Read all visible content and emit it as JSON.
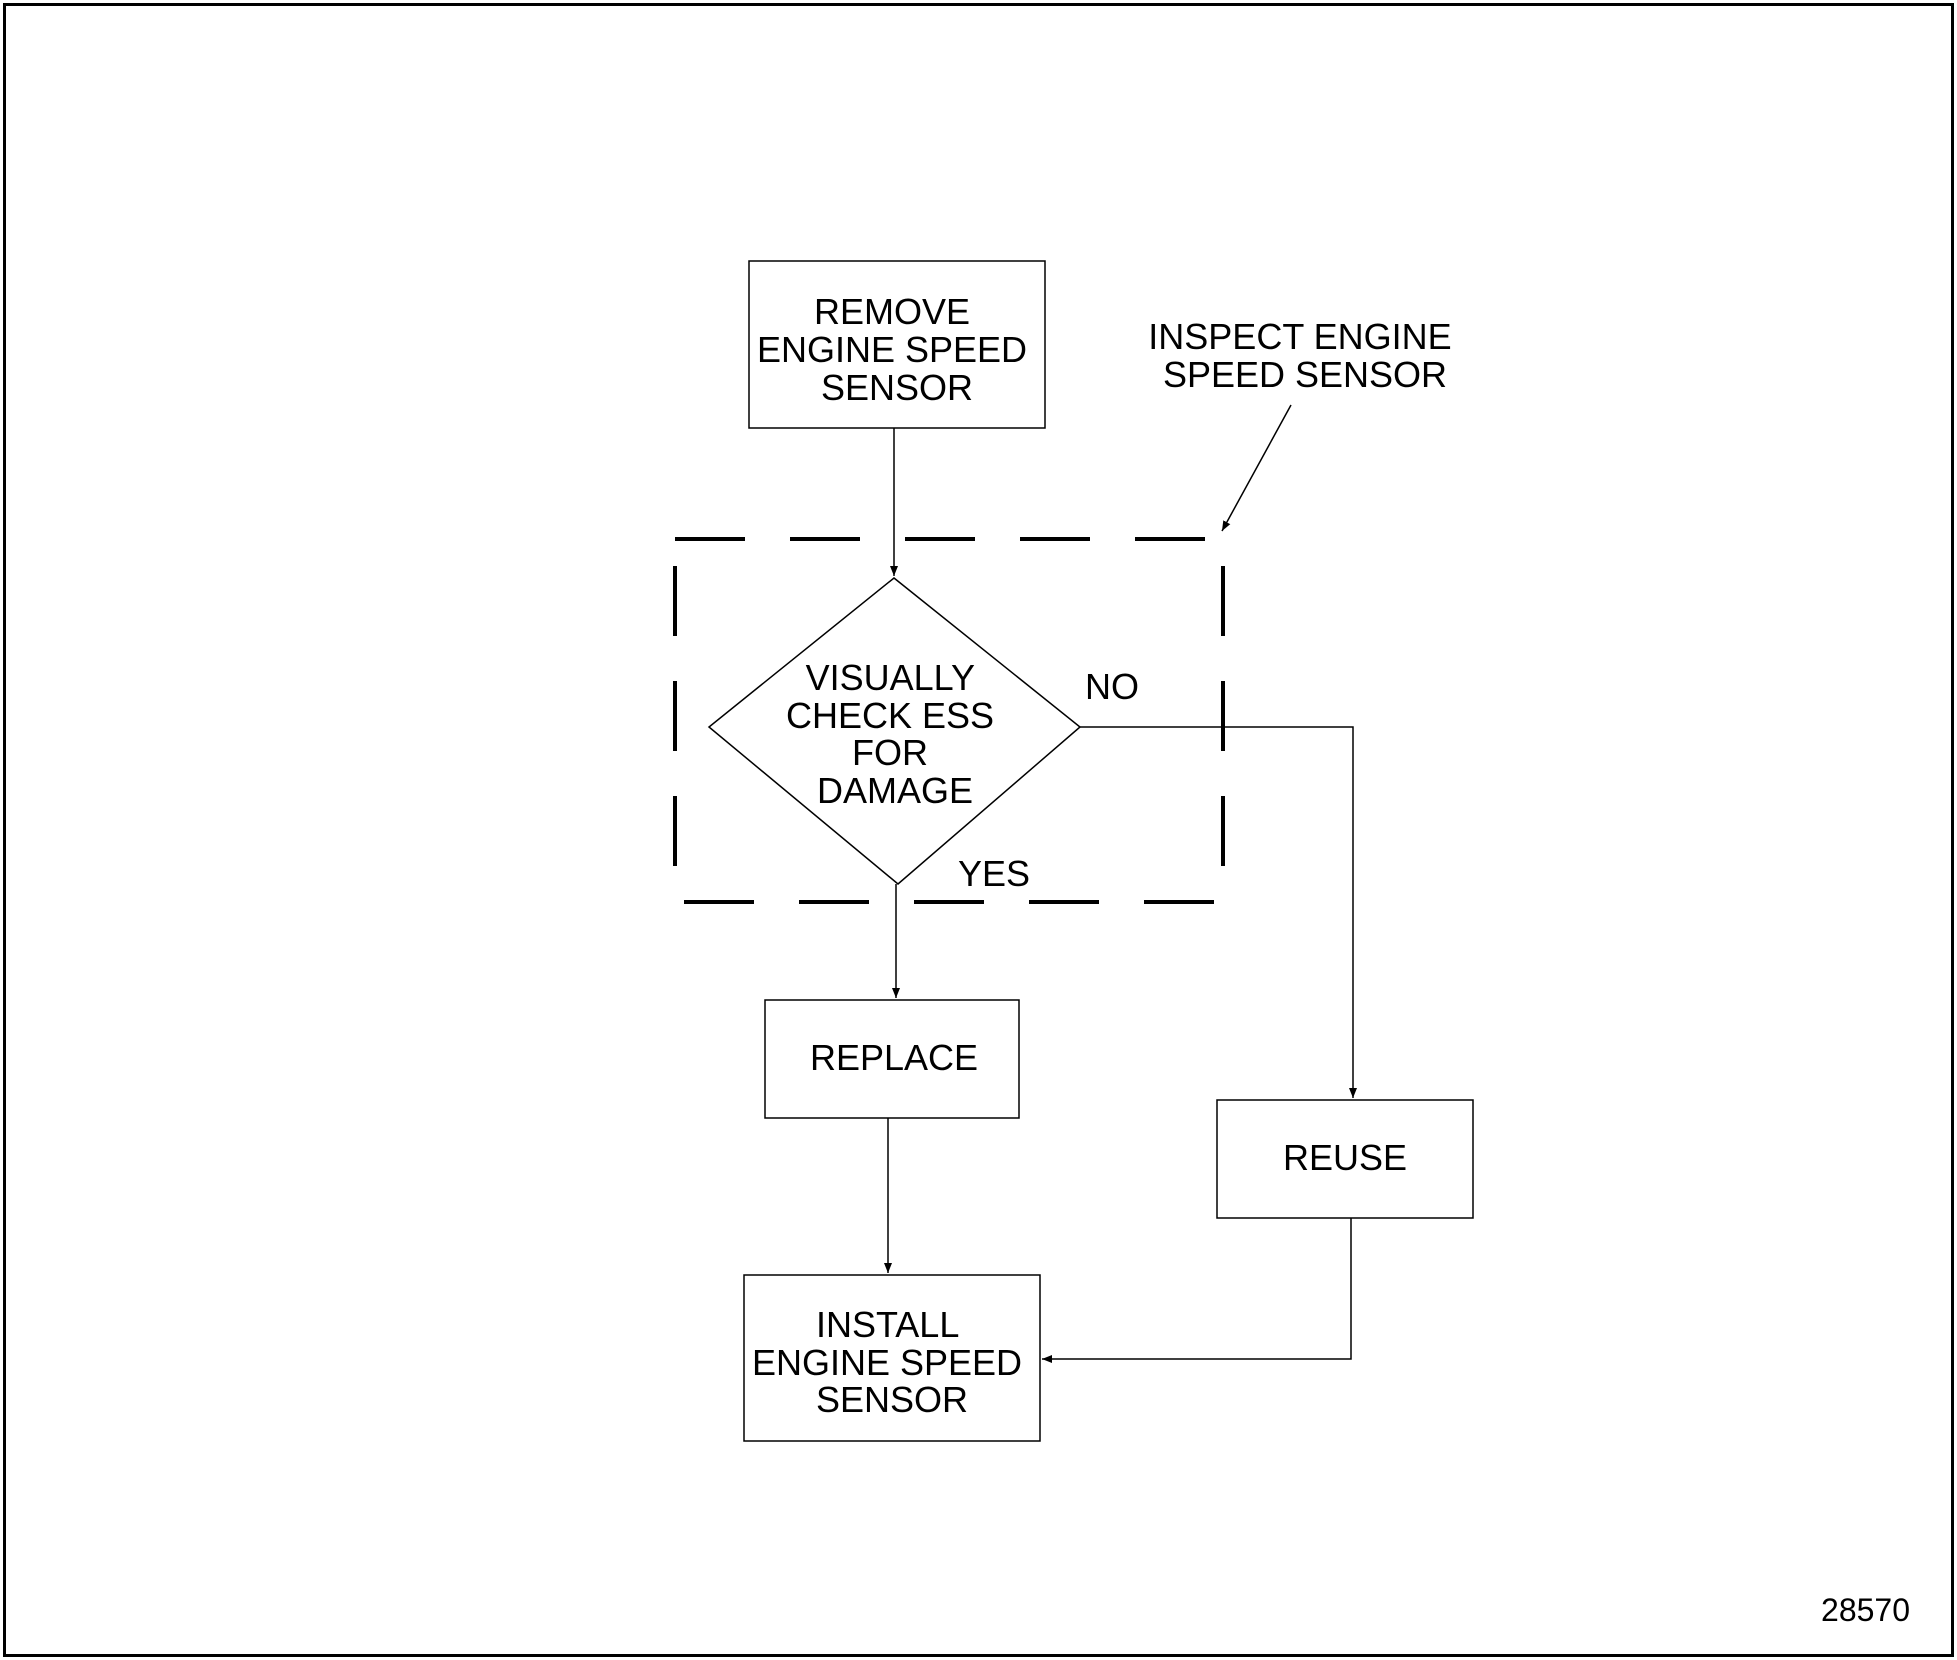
{
  "diagram": {
    "nodes": {
      "remove": {
        "lines": [
          "REMOVE",
          "ENGINE SPEED",
          "SENSOR"
        ]
      },
      "check": {
        "lines": [
          "VISUALLY",
          "CHECK ESS",
          "FOR",
          "DAMAGE"
        ]
      },
      "replace": {
        "lines": [
          "REPLACE"
        ]
      },
      "reuse": {
        "lines": [
          "REUSE"
        ]
      },
      "install": {
        "lines": [
          "INSTALL",
          "ENGINE SPEED",
          "SENSOR"
        ]
      }
    },
    "group_label": {
      "lines": [
        "INSPECT ENGINE",
        "SPEED SENSOR"
      ]
    },
    "branch_labels": {
      "no": "NO",
      "yes": "YES"
    }
  },
  "figure_number": "28570"
}
